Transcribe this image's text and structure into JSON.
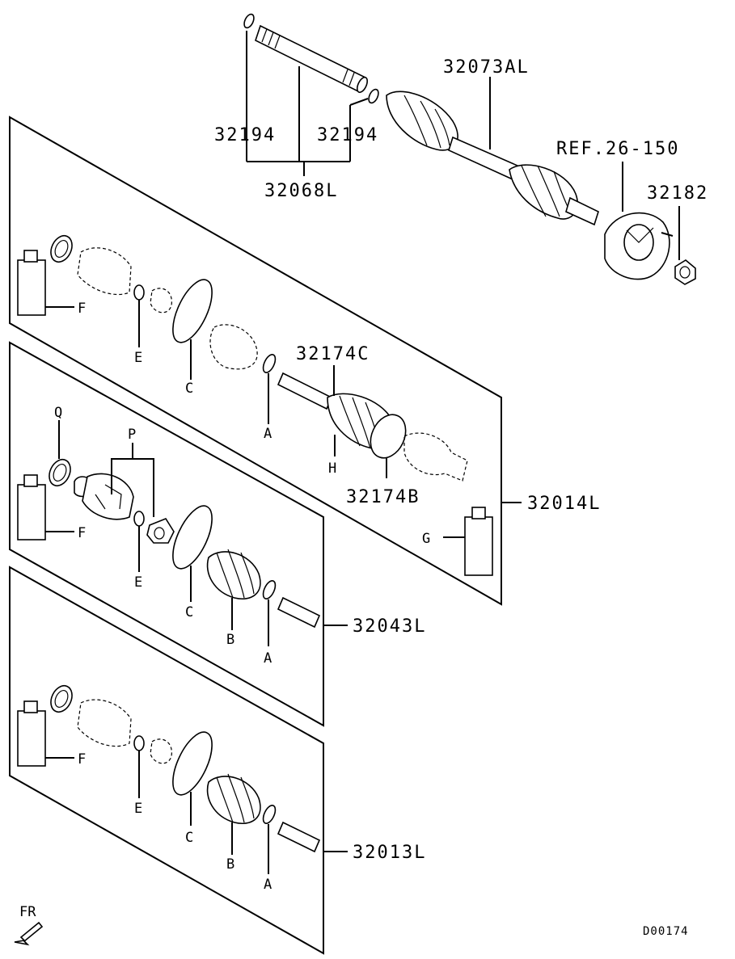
{
  "parts": {
    "p32073AL": "32073AL",
    "p32194a": "32194",
    "p32194b": "32194",
    "p32068L": "32068L",
    "ref": "REF.26-150",
    "p32182": "32182",
    "p32174C": "32174C",
    "p32174B": "32174B",
    "p32014L": "32014L",
    "p32043L": "32043L",
    "p32013L": "32013L"
  },
  "letters": {
    "A": "A",
    "B": "B",
    "C": "C",
    "E": "E",
    "F": "F",
    "G": "G",
    "H": "H",
    "P": "P",
    "Q": "Q"
  },
  "footer": {
    "direction": "FR",
    "code": "D00174"
  }
}
